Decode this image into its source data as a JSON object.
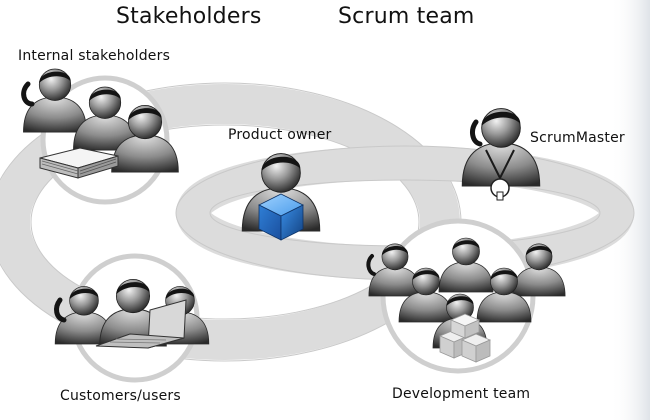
{
  "headers": {
    "stakeholders": "Stakeholders",
    "scrum_team": "Scrum team"
  },
  "labels": {
    "internal_stakeholders": "Internal stakeholders",
    "product_owner": "Product owner",
    "scrum_master": "ScrumMaster",
    "customers_users": "Customers/users",
    "development_team": "Development team"
  },
  "icons": {
    "money": "money-stack-icon",
    "laptop": "laptop-icon",
    "cube": "blue-cube-icon",
    "whistle": "whistle-icon",
    "boxes": "product-boxes-icon"
  },
  "colors": {
    "ring": "#dcdcdc",
    "ring_edge": "#c2c2c2",
    "person_light": "#c4c4c4",
    "person_dark": "#3a3a3a",
    "hair": "#141414",
    "cube": "#2f7fd6"
  }
}
